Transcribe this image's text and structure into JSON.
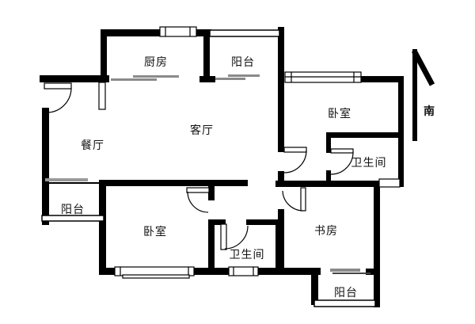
{
  "floorplan": {
    "title": "apartment-floor-plan",
    "rooms": [
      {
        "id": "kitchen",
        "label": "厨房"
      },
      {
        "id": "balcony-north",
        "label": "阳台"
      },
      {
        "id": "bedroom-master",
        "label": "卧室"
      },
      {
        "id": "bathroom-master",
        "label": "卫生间"
      },
      {
        "id": "dining-room",
        "label": "餐厅"
      },
      {
        "id": "living-room",
        "label": "客厅"
      },
      {
        "id": "balcony-west",
        "label": "阳台"
      },
      {
        "id": "bedroom-second",
        "label": "卧室"
      },
      {
        "id": "bathroom-main",
        "label": "卫生间"
      },
      {
        "id": "study",
        "label": "书房"
      },
      {
        "id": "balcony-south",
        "label": "阳台"
      }
    ],
    "compass": {
      "label": "南",
      "arrow_direction": "up"
    },
    "colors": {
      "wall": "#000000",
      "background": "#ffffff",
      "window_line": "#888888",
      "text": "#111111"
    }
  }
}
